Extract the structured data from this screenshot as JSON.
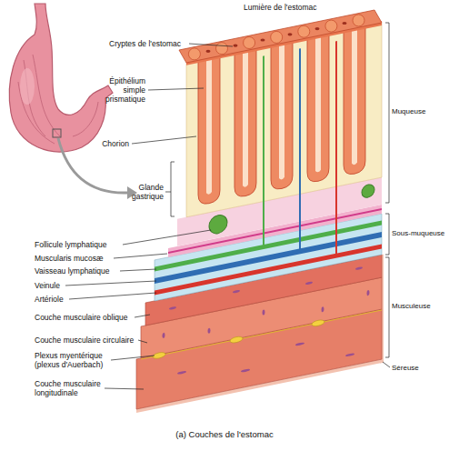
{
  "diagram": {
    "caption": "(a) Couches de l'estomac",
    "labels": [
      "Lumière de l'estomac",
      "Cryptes de l'estomac",
      "Épithélium simple prismatique",
      "Chorion",
      "Glande gastrique",
      "Muqueuse",
      "Sous-muqueuse",
      "Musculeuse",
      "Séreuse",
      "Follicule lymphatique",
      "Muscularis mucosæ",
      "Vaisseau lymphatique",
      "Veinule",
      "Artériole",
      "Couche musculaire oblique",
      "Couche musculaire circulaire",
      "Plexus myentérique (plexus d'Auerbach)",
      "Couche musculaire longitudinale"
    ]
  }
}
